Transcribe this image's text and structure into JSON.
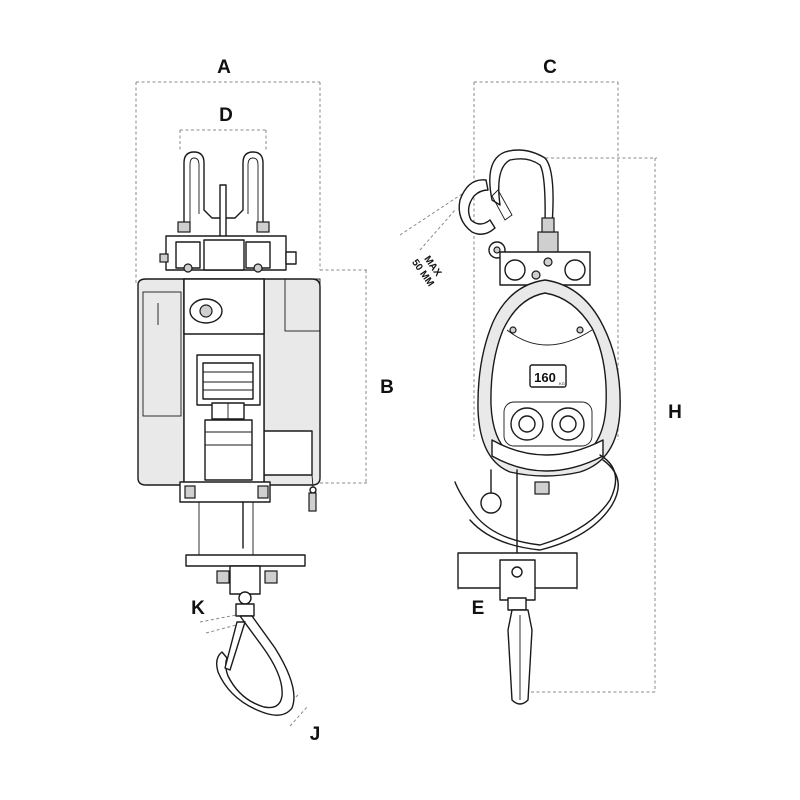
{
  "dimensions": {
    "A": "A",
    "B": "B",
    "C": "C",
    "D": "D",
    "E": "E",
    "H": "H",
    "J": "J",
    "K": "K"
  },
  "notes": {
    "hook_opening_line1": "MAX",
    "hook_opening_line2": "50 MM"
  },
  "badge": {
    "capacity": "160",
    "unit": "KG"
  },
  "colors": {
    "line": "#1a1a1a",
    "dimension_line": "#8a8a8a",
    "fill": "#e9e9e9",
    "background": "#ffffff"
  }
}
